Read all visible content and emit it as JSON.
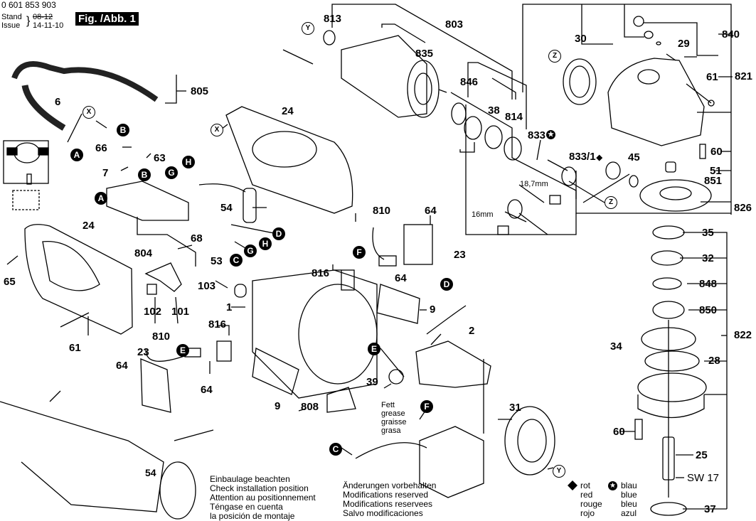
{
  "header": {
    "part_number": "0 601 853 903",
    "stand_label": "Stand",
    "issue_label": "Issue",
    "stand_date_struck": "08-12",
    "issue_date": "14-11-10",
    "figure_label": "Fig. /Abb. 1"
  },
  "part_labels": {
    "p813": "813",
    "p803": "803",
    "p835": "835",
    "p846": "846",
    "p38": "38",
    "p814": "814",
    "p833": "833",
    "p833_1": "833/1",
    "p30": "30",
    "p840": "840",
    "p29": "29",
    "p61a": "61",
    "p821": "821",
    "p60a": "60",
    "p51": "51",
    "p851": "851",
    "p45": "45",
    "p826": "826",
    "p35": "35",
    "p32": "32",
    "p848": "848",
    "p850": "850",
    "p822": "822",
    "p34": "34",
    "p28": "28",
    "p60b": "60",
    "p25": "25",
    "p37": "37",
    "sw17": "SW 17",
    "p805": "805",
    "p6": "6",
    "p66": "66",
    "p63": "63",
    "p7": "7",
    "p24a": "24",
    "p24b": "24",
    "p54a": "54",
    "p54b": "54",
    "p68": "68",
    "p53": "53",
    "p804": "804",
    "p65": "65",
    "p102": "102",
    "p101": "101",
    "p61b": "61",
    "p103": "103",
    "p1": "1",
    "p810a": "810",
    "p64a": "64",
    "p23a": "23",
    "p816a": "816",
    "p64b": "64",
    "p9a": "9",
    "p2": "2",
    "p810b": "810",
    "p23b": "23",
    "p816b": "816",
    "p64c": "64",
    "p64d": "64",
    "p9b": "9",
    "p808": "808",
    "p39": "39",
    "p31": "31"
  },
  "dimensions": {
    "d18_7": "18,7mm",
    "d16": "16mm"
  },
  "connector_badges": [
    "A",
    "B",
    "C",
    "D",
    "E",
    "F",
    "G",
    "H"
  ],
  "reference_markers": {
    "x": "X",
    "y": "Y",
    "z": "Z"
  },
  "grease_note": [
    "Fett",
    "grease",
    "graisse",
    "grasa"
  ],
  "install_note": [
    "Einbaulage beachten",
    "Check installation position",
    "Attention au positionnement",
    "Téngase en cuenta",
    "la posición de montaje"
  ],
  "modifications_note": [
    "Änderungen vorbehalten",
    "Modifications reserved",
    "Modifications reservees",
    "Salvo modificaciones"
  ],
  "legend": {
    "diamond": {
      "symbol": "diamond-icon",
      "words": [
        "rot",
        "red",
        "rouge",
        "rojo"
      ]
    },
    "star": {
      "symbol": "star-circle-icon",
      "words": [
        "blau",
        "blue",
        "bleu",
        "azul"
      ]
    }
  }
}
